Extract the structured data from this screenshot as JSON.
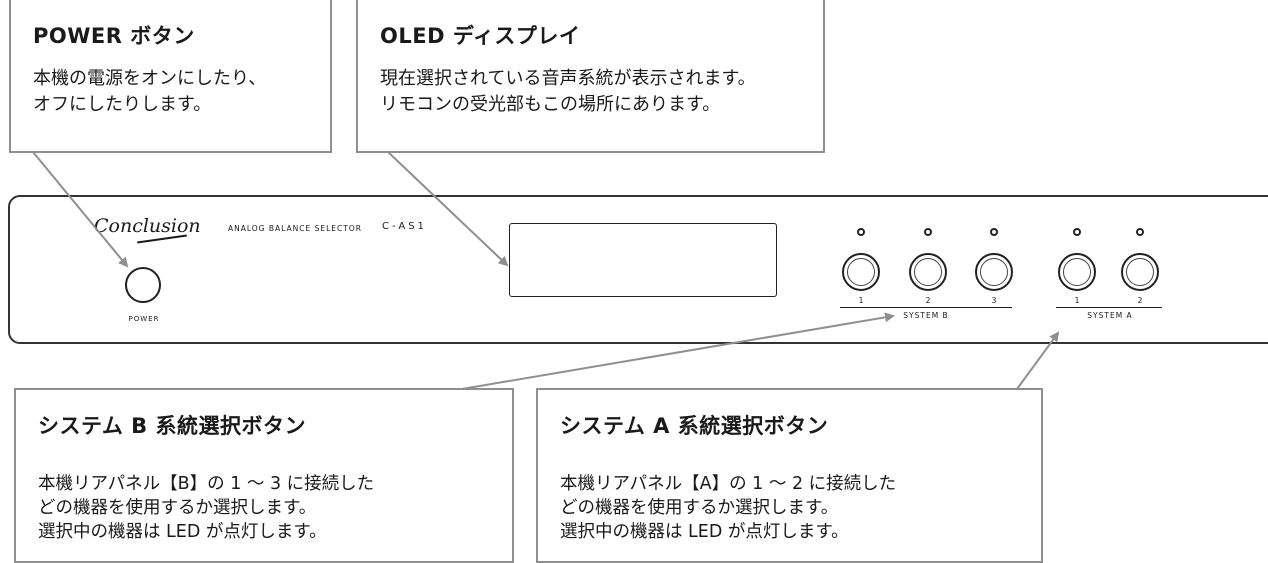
{
  "callouts": {
    "power": {
      "title": "POWER ボタン",
      "body": "本機の電源をオンにしたり、\nオフにしたりします。"
    },
    "oled": {
      "title": "OLED ディスプレイ",
      "body": "現在選択されている音声系統が表示されます。\nリモコンの受光部もこの場所にあります。"
    },
    "system_b": {
      "title": "システム B 系統選択ボタン",
      "body": "本機リアパネル【B】の 1 ～ 3 に接続した\nどの機器を使用するか選択します。\n選択中の機器は LED が点灯します。"
    },
    "system_a": {
      "title": "システム A 系統選択ボタン",
      "body": "本機リアパネル【A】の 1 ～ 2 に接続した\nどの機器を使用するか選択します。\n選択中の機器は LED が点灯します。"
    }
  },
  "panel": {
    "brand": "Conclusion",
    "model_text": "ANALOG BALANCE SELECTOR",
    "model_code": "C-AS1",
    "power_label": "POWER",
    "system_b": {
      "label": "SYSTEM B",
      "buttons": [
        "1",
        "2",
        "3"
      ]
    },
    "system_a": {
      "label": "SYSTEM A",
      "buttons": [
        "1",
        "2"
      ]
    }
  }
}
